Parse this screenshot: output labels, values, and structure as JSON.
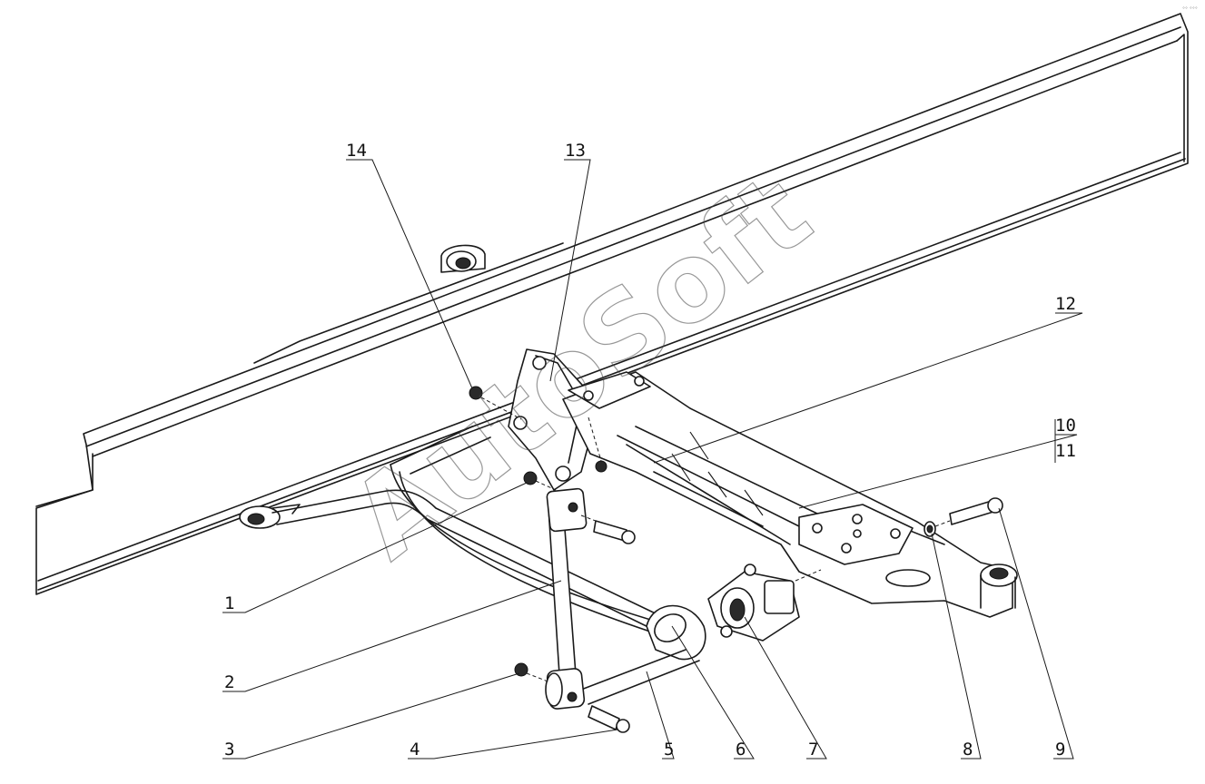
{
  "callouts": [
    {
      "id": "c1",
      "text": "1"
    },
    {
      "id": "c2",
      "text": "2"
    },
    {
      "id": "c3",
      "text": "3"
    },
    {
      "id": "c4",
      "text": "4"
    },
    {
      "id": "c5",
      "text": "5"
    },
    {
      "id": "c6",
      "text": "6"
    },
    {
      "id": "c7",
      "text": "7"
    },
    {
      "id": "c8",
      "text": "8"
    },
    {
      "id": "c9",
      "text": "9"
    },
    {
      "id": "c10",
      "text": "10"
    },
    {
      "id": "c11",
      "text": "11"
    },
    {
      "id": "c12",
      "text": "12"
    },
    {
      "id": "c13",
      "text": "13"
    },
    {
      "id": "c14",
      "text": "14"
    }
  ],
  "watermark": "AutoSoft",
  "corner_mark": "°° °°°"
}
